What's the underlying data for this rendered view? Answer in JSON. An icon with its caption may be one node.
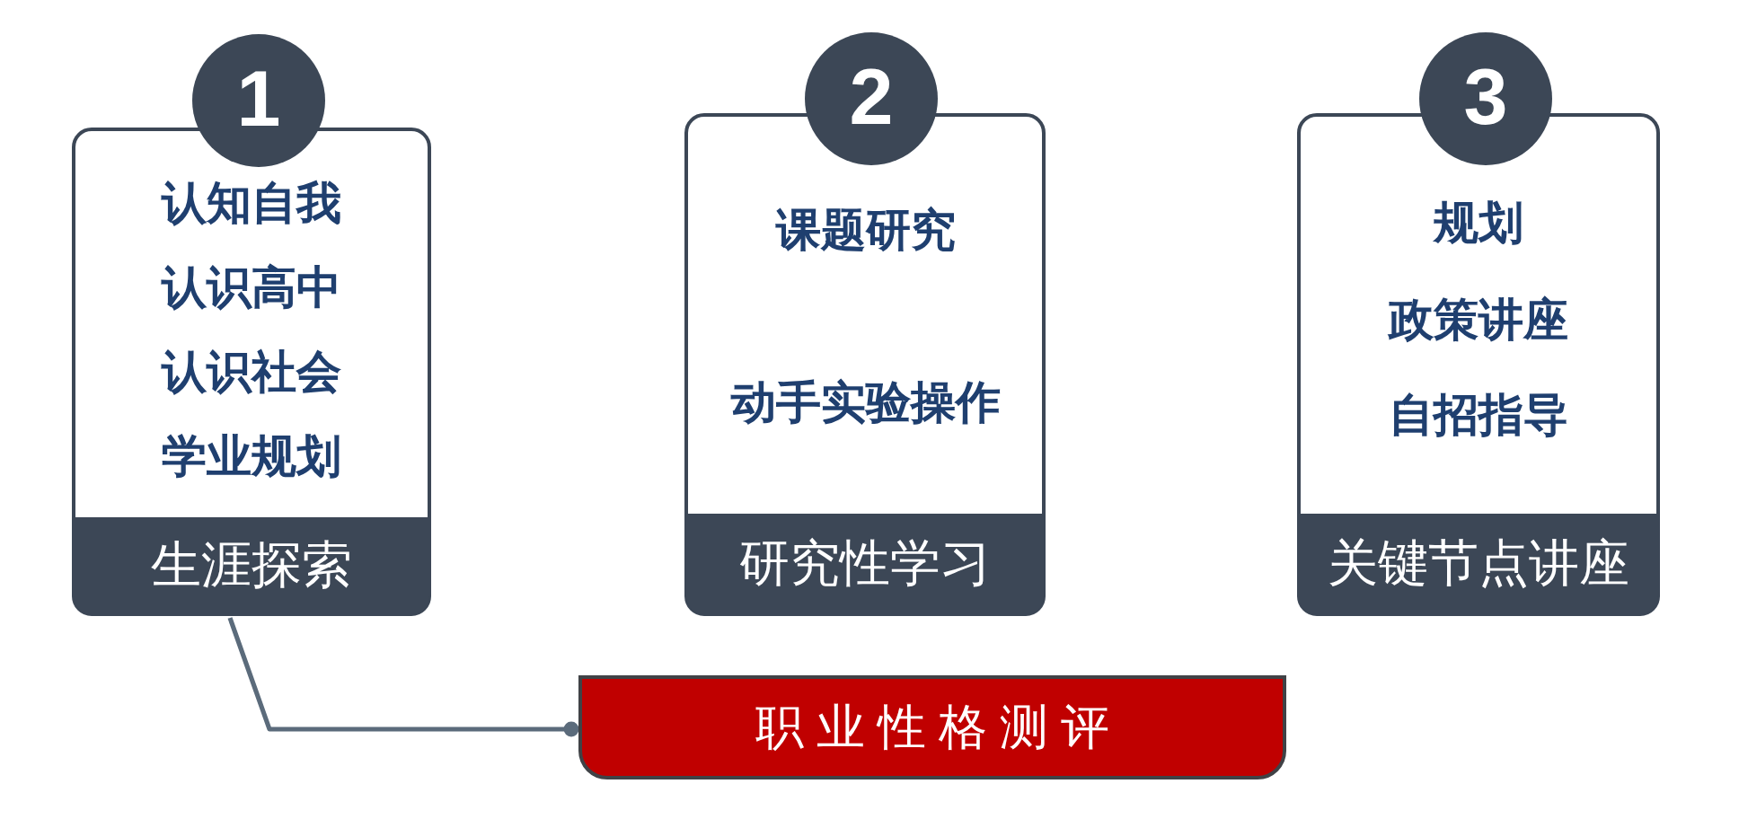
{
  "diagram": {
    "nodes": [
      {
        "text": [
          "1"
        ]
      },
      {
        "text": [
          "认知自我",
          "认识高中",
          "认识社会",
          "学业规划"
        ]
      },
      {
        "text": [
          "生涯探索"
        ],
        "in": 1
      },
      {
        "text": [
          "2"
        ]
      },
      {
        "text": [
          "课题研究",
          "动手实验操作"
        ]
      },
      {
        "text": [
          "研究性学习"
        ],
        "in": 4
      },
      {
        "text": [
          "3"
        ]
      },
      {
        "text": [
          "规划",
          "政策讲座",
          "自招指导"
        ]
      },
      {
        "text": [
          "关键节点讲座"
        ],
        "in": 7
      },
      {
        "text": [
          "职业性格测评"
        ]
      }
    ],
    "edges": [
      {
        "from": 1,
        "to": 9,
        "arrow": "other"
      }
    ]
  }
}
